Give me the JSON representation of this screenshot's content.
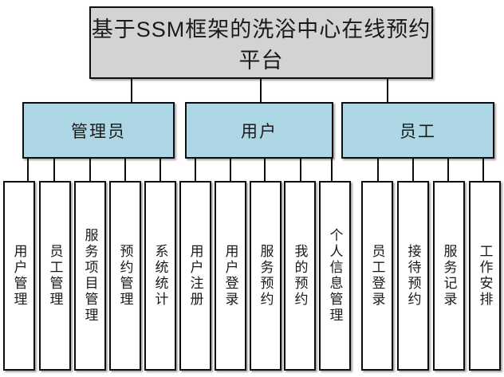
{
  "diagram": {
    "title": "基于SSM框架的洗浴中心在线预约平台",
    "root": {
      "label": "基于SSM框架的洗浴中心在线预约平台"
    },
    "branches": [
      {
        "label": "管理员",
        "children": [
          "用户管理",
          "员工管理",
          "服务项目管理",
          "预约管理",
          "系统统计"
        ]
      },
      {
        "label": "用户",
        "children": [
          "用户注册",
          "用户登录",
          "服务预约",
          "我的预约",
          "个人信息管理"
        ]
      },
      {
        "label": "员工",
        "children": [
          "员工登录",
          "接待预约",
          "服务记录",
          "工作安排"
        ]
      }
    ],
    "colors": {
      "root_fill": "#d3d3d3",
      "branch_fill": "#aed7e5",
      "leaf_fill": "#ffffff",
      "border": "#0d0d0d",
      "background": "#ffffff"
    }
  }
}
